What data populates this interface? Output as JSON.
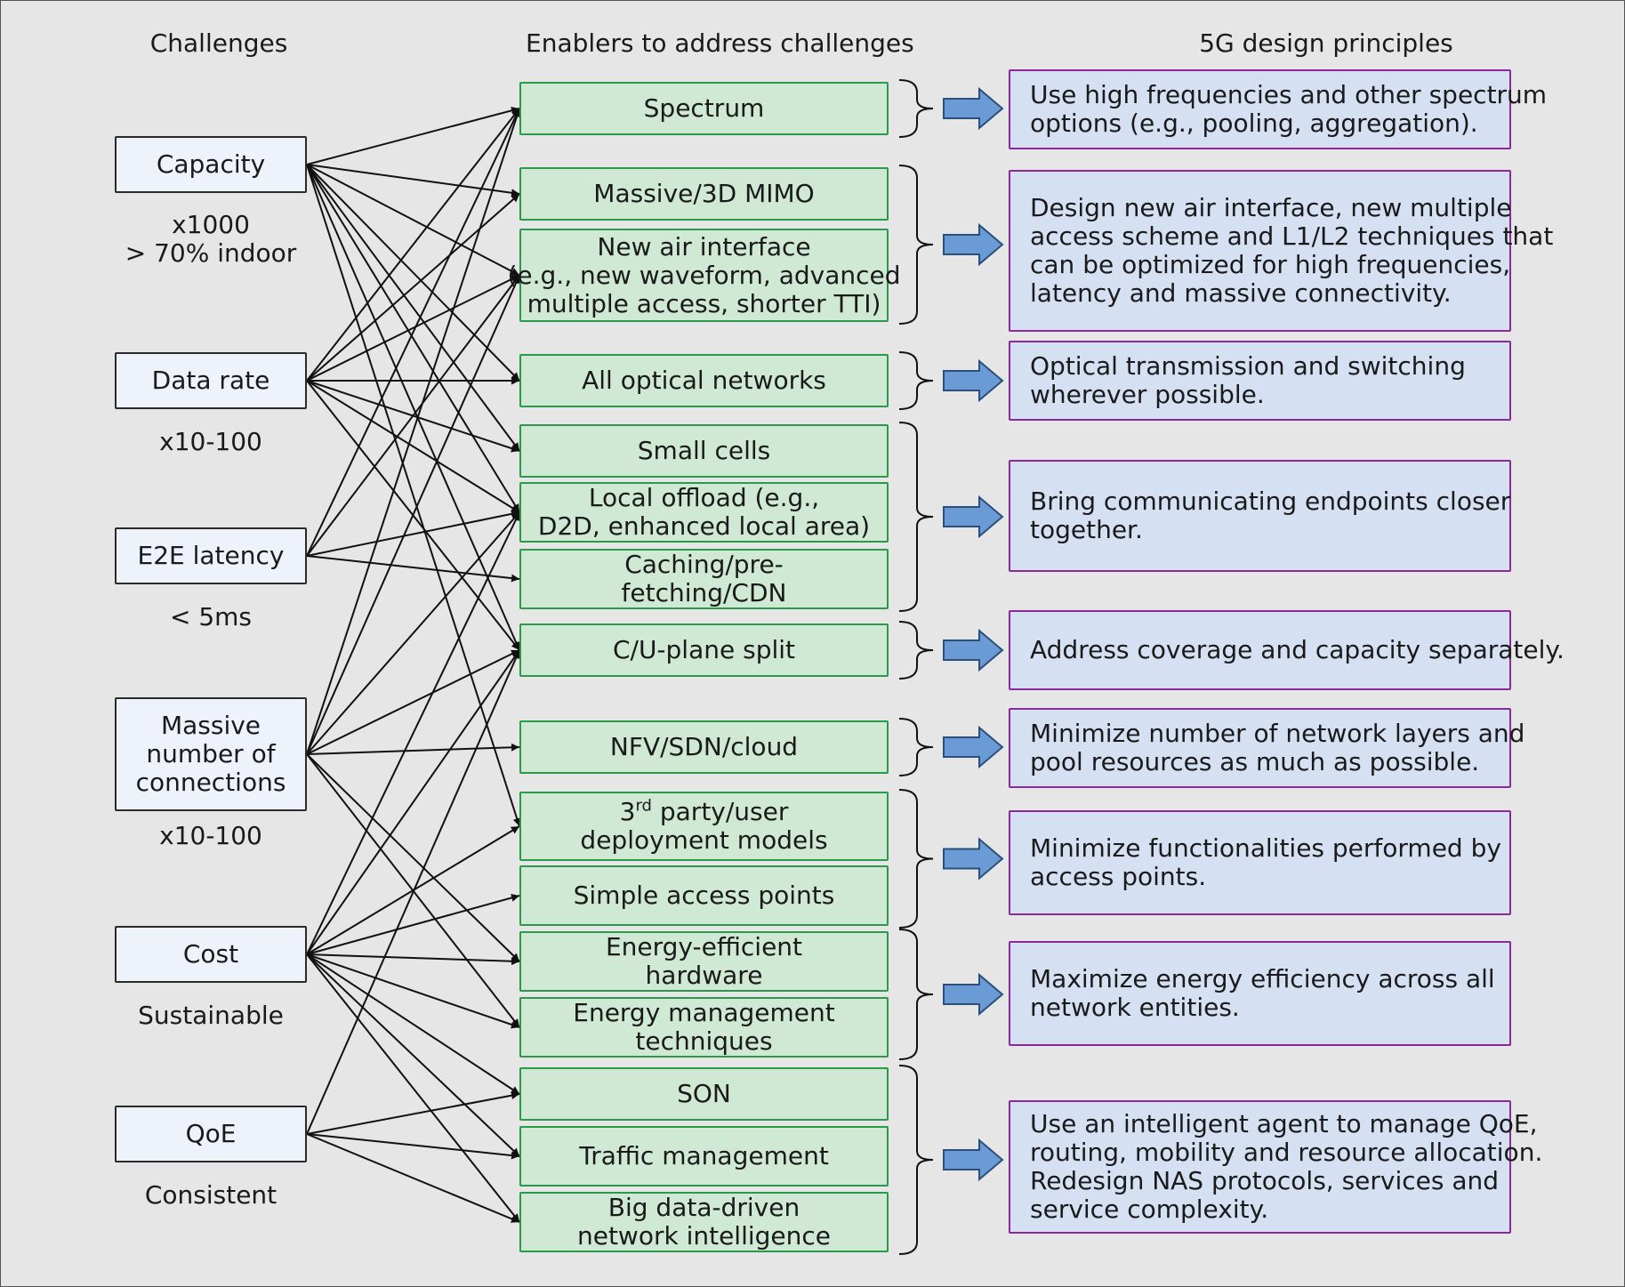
{
  "headers": {
    "challenges": "Challenges",
    "enablers": "Enablers to address challenges",
    "principles": "5G design principles"
  },
  "challenges": [
    {
      "label": [
        "Capacity"
      ],
      "metric": [
        "x1000",
        "> 70% indoor"
      ]
    },
    {
      "label": [
        "Data rate"
      ],
      "metric": [
        "x10-100"
      ]
    },
    {
      "label": [
        "E2E latency"
      ],
      "metric": [
        "< 5ms"
      ]
    },
    {
      "label": [
        "Massive",
        "number of",
        "connections"
      ],
      "metric": [
        "x10-100"
      ]
    },
    {
      "label": [
        "Cost"
      ],
      "metric": [
        "Sustainable"
      ]
    },
    {
      "label": [
        "QoE"
      ],
      "metric": [
        "Consistent"
      ]
    }
  ],
  "enablers": [
    {
      "lines": [
        "Spectrum"
      ]
    },
    {
      "lines": [
        "Massive/3D MIMO"
      ]
    },
    {
      "lines": [
        "New air interface",
        "(e.g., new waveform, advanced",
        "multiple access, shorter TTI)"
      ]
    },
    {
      "lines": [
        "All optical networks"
      ]
    },
    {
      "lines": [
        "Small cells"
      ]
    },
    {
      "lines": [
        "Local offload (e.g.,",
        "D2D, enhanced local area)"
      ]
    },
    {
      "lines": [
        "Caching/pre-",
        "fetching/CDN"
      ]
    },
    {
      "lines": [
        "C/U-plane split"
      ]
    },
    {
      "lines": [
        "NFV/SDN/cloud"
      ]
    },
    {
      "lines": [
        "3",
        "rd",
        " party/user",
        "deployment models"
      ]
    },
    {
      "lines": [
        "Simple access points"
      ]
    },
    {
      "lines": [
        "Energy-efficient",
        "hardware"
      ]
    },
    {
      "lines": [
        "Energy management",
        "techniques"
      ]
    },
    {
      "lines": [
        "SON"
      ]
    },
    {
      "lines": [
        "Traffic management"
      ]
    },
    {
      "lines": [
        "Big data-driven",
        "network intelligence"
      ]
    }
  ],
  "principles": [
    {
      "lines": [
        "Use high frequencies and other spectrum",
        "options (e.g., pooling, aggregation)."
      ]
    },
    {
      "lines": [
        "Design new air interface, new multiple",
        "access scheme and L1/L2 techniques that",
        "can be optimized for high frequencies,",
        "latency and massive connectivity."
      ]
    },
    {
      "lines": [
        "Optical transmission and switching",
        "wherever possible."
      ]
    },
    {
      "lines": [
        "Bring communicating endpoints closer",
        "together."
      ]
    },
    {
      "lines": [
        "Address coverage and capacity separately."
      ]
    },
    {
      "lines": [
        "Minimize number of network layers and",
        "pool resources as much as possible."
      ]
    },
    {
      "lines": [
        "Minimize functionalities performed by",
        "access points."
      ]
    },
    {
      "lines": [
        "Maximize energy efficiency across all",
        "network entities."
      ]
    },
    {
      "lines": [
        "Use an intelligent agent to manage QoE,",
        "routing, mobility and resource allocation.",
        "Redesign NAS protocols, services and",
        "service complexity."
      ]
    }
  ],
  "groups": [
    {
      "enablers": [
        0
      ],
      "principle": 0
    },
    {
      "enablers": [
        1,
        2
      ],
      "principle": 1
    },
    {
      "enablers": [
        3
      ],
      "principle": 2
    },
    {
      "enablers": [
        4,
        5,
        6
      ],
      "principle": 3
    },
    {
      "enablers": [
        7
      ],
      "principle": 4
    },
    {
      "enablers": [
        8
      ],
      "principle": 5
    },
    {
      "enablers": [
        9,
        10
      ],
      "principle": 6
    },
    {
      "enablers": [
        11,
        12
      ],
      "principle": 7
    },
    {
      "enablers": [
        13,
        14,
        15
      ],
      "principle": 8
    }
  ],
  "links": [
    [
      0,
      0
    ],
    [
      0,
      1
    ],
    [
      0,
      2
    ],
    [
      0,
      3
    ],
    [
      0,
      4
    ],
    [
      0,
      5
    ],
    [
      0,
      7
    ],
    [
      0,
      9
    ],
    [
      1,
      0
    ],
    [
      1,
      1
    ],
    [
      1,
      2
    ],
    [
      1,
      3
    ],
    [
      1,
      4
    ],
    [
      1,
      5
    ],
    [
      1,
      7
    ],
    [
      2,
      0
    ],
    [
      2,
      2
    ],
    [
      2,
      5
    ],
    [
      2,
      6
    ],
    [
      3,
      0
    ],
    [
      3,
      2
    ],
    [
      3,
      5
    ],
    [
      3,
      7
    ],
    [
      3,
      8
    ],
    [
      3,
      11
    ],
    [
      3,
      12
    ],
    [
      4,
      5
    ],
    [
      4,
      7
    ],
    [
      4,
      9
    ],
    [
      4,
      10
    ],
    [
      4,
      11
    ],
    [
      4,
      12
    ],
    [
      4,
      13
    ],
    [
      4,
      14
    ],
    [
      4,
      15
    ],
    [
      5,
      13
    ],
    [
      5,
      14
    ],
    [
      5,
      15
    ],
    [
      5,
      7
    ]
  ],
  "colors": {
    "background": "#e6e6e6",
    "challenge_fill": "#eef3fb",
    "enabler_fill": "#cfe9d5",
    "enabler_border": "#2a9a4a",
    "principle_fill": "#d6e0f3",
    "principle_border": "#8a2a9a",
    "arrow_fill": "#6b9bd4",
    "arrow_stroke": "#2a4f7a",
    "line": "#111111"
  }
}
